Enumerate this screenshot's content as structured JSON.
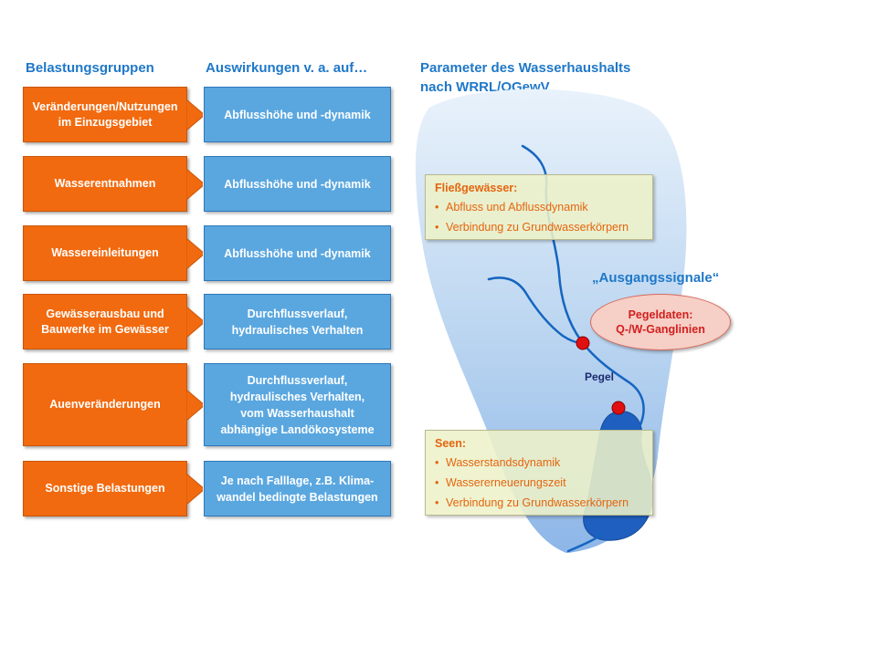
{
  "headers": {
    "col1": "Belastungsgruppen",
    "col2": "Auswirkungen v. a. auf…",
    "col3_line1": "Parameter des Wasserhaushalts",
    "col3_line2": "nach WRRL/OGewV"
  },
  "rows": [
    {
      "pressure": [
        "Veränderungen/Nutzungen",
        "im Einzugsgebiet"
      ],
      "effect": [
        "Abflusshöhe und -dynamik"
      ]
    },
    {
      "pressure": [
        "Wasserentnahmen"
      ],
      "effect": [
        "Abflusshöhe und -dynamik"
      ]
    },
    {
      "pressure": [
        "Wassereinleitungen"
      ],
      "effect": [
        "Abflusshöhe und -dynamik"
      ]
    },
    {
      "pressure": [
        "Gewässerausbau und",
        "Bauwerke im Gewässer"
      ],
      "effect": [
        "Durchflussverlauf,",
        "hydraulisches Verhalten"
      ]
    },
    {
      "pressure": [
        "Auenveränderungen"
      ],
      "effect": [
        "Durchflussverlauf,",
        "hydraulisches Verhalten,",
        "vom Wasserhaushalt",
        "abhängige Landökosysteme"
      ]
    },
    {
      "pressure": [
        "Sonstige Belastungen"
      ],
      "effect": [
        "Je nach Falllage, z.B. Klima-",
        "wandel bedingte Belastungen"
      ]
    }
  ],
  "fliessgewaesser": {
    "title": "Fließgewässer:",
    "items": [
      "Abfluss und Abflussdynamik",
      "Verbindung zu Grundwasserkörpern"
    ]
  },
  "seen": {
    "title": "Seen:",
    "items": [
      "Wasserstandsdynamik",
      "Wassererneuerungszeit",
      "Verbindung zu Grundwasserkörpern"
    ]
  },
  "ausgangssignale": "„Ausgangssignale“",
  "pegeldaten": [
    "Pegeldaten:",
    "Q-/W-Ganglinien"
  ],
  "pegel_label": "Pegel",
  "colors": {
    "orange": "#f26a0f",
    "blue_box": "#5aa7e0",
    "header_blue": "#1f78c8",
    "river": "#1565c0",
    "lake": "#1f5fbf",
    "gauge": "#e01010"
  }
}
